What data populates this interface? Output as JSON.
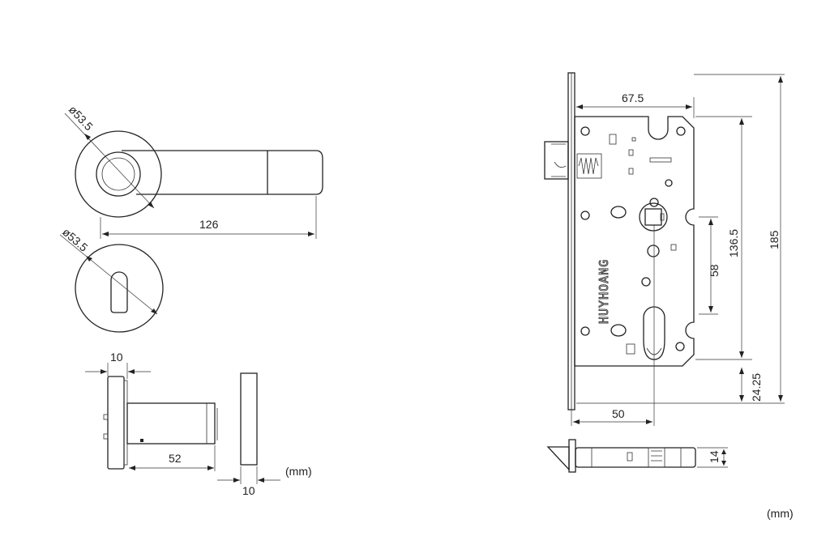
{
  "dimensions": {
    "rose_diameter_top": "ø53.5",
    "handle_length": "126",
    "rose_diameter_escutcheon": "ø53.5",
    "rose_thickness": "10",
    "handle_projection": "52",
    "escutcheon_thickness": "10",
    "unit_left": "(mm)",
    "backset_top": "67.5",
    "total_height": "185",
    "case_height": "136.5",
    "center_distance": "58",
    "bottom_offset": "24.25",
    "backset_bottom": "50",
    "body_thickness": "14",
    "unit_right": "(mm)"
  },
  "brand_mark": "HUYHOANG"
}
